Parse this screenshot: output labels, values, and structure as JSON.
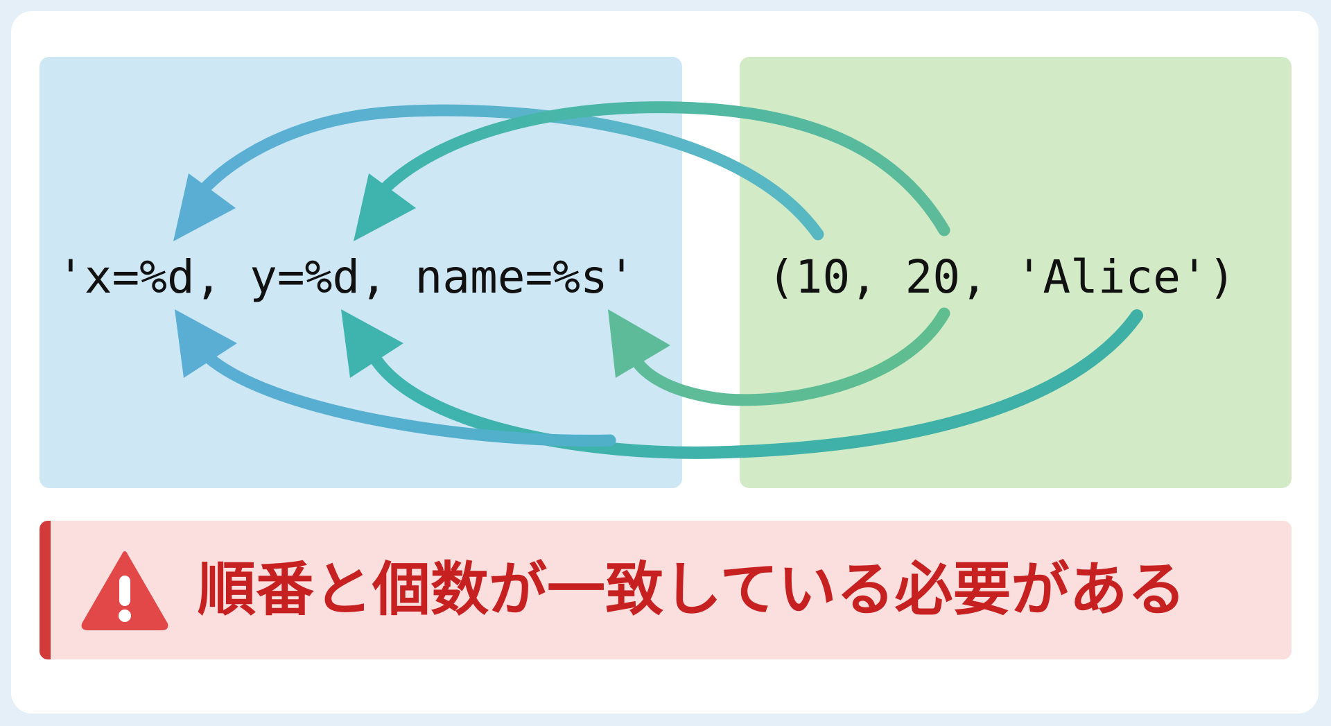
{
  "format_string": "'x=%d, y=%d, name=%s'",
  "values_tuple": "(10, 20, 'Alice')",
  "warning": {
    "icon": "warning-triangle-icon",
    "text": "順番と個数が一致している必要がある"
  },
  "colors": {
    "left_panel": "#cde7f4",
    "right_panel": "#d2ebc6",
    "arrow_blue": "#5aaed4",
    "arrow_teal": "#3fb3ae",
    "arrow_green": "#5dbb9a",
    "warning_background": "#fbdede",
    "warning_accent": "#d33a3a",
    "warning_text": "#c62020"
  }
}
